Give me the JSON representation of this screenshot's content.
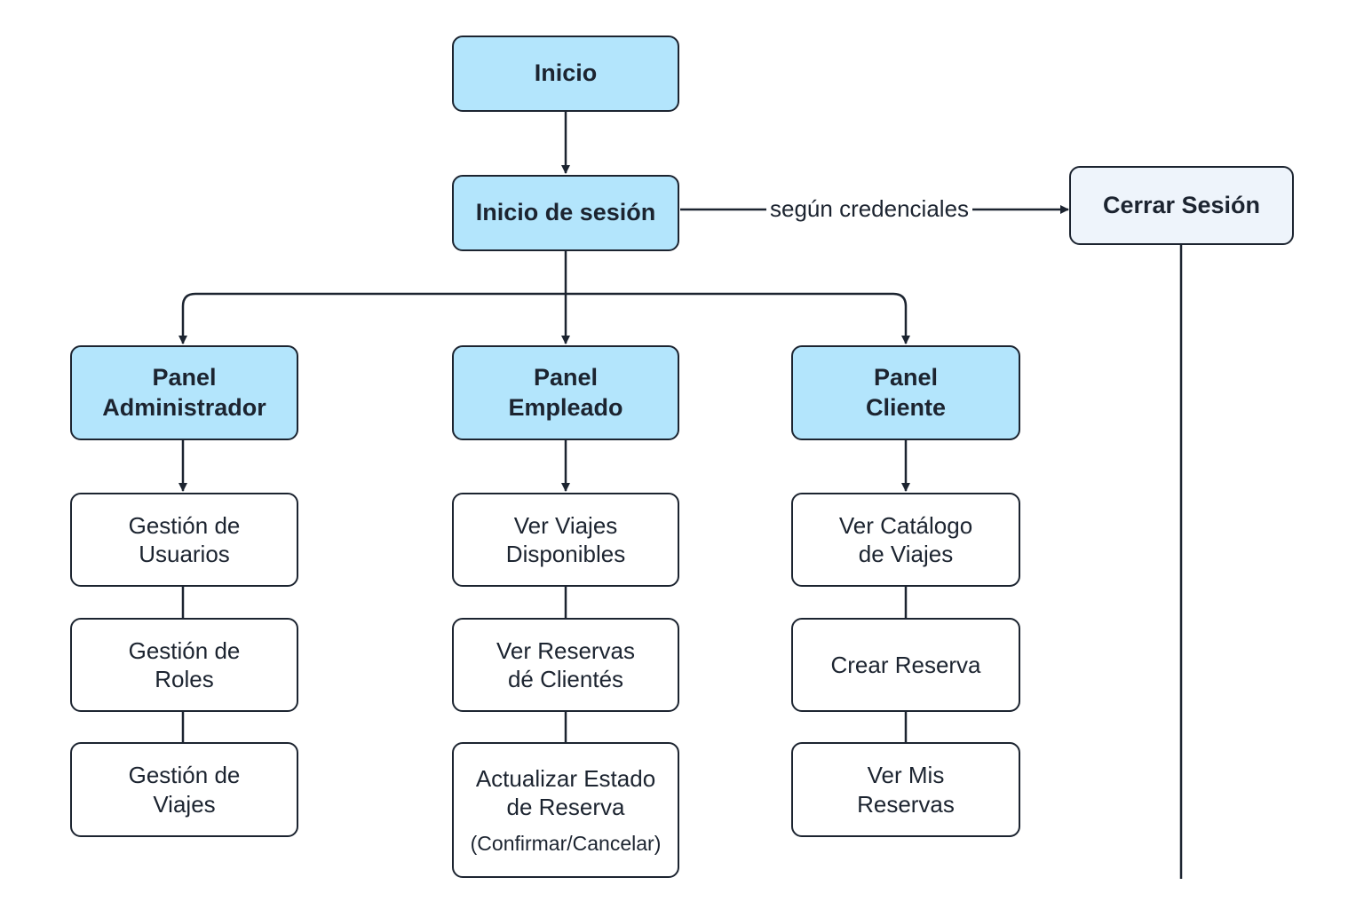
{
  "nodes": {
    "inicio": "Inicio",
    "login": "Inicio de sesión",
    "logout": "Cerrar Sesión",
    "admin_panel": "Panel\nAdministrador",
    "employee_panel": "Panel\nEmpleado",
    "client_panel": "Panel\nCliente",
    "admin_items": [
      "Gestión de\nUsuarios",
      "Gestión de\nRoles",
      "Gestión de\nViajes"
    ],
    "employee_items": [
      "Ver Viajes\nDisponibles",
      "Ver Reservas\ndé Clientés",
      "Actualizar Estado\nde Reserva"
    ],
    "employee_note": "(Confirmar/Cancelar)",
    "client_items": [
      "Ver Catálogo\nde Viajes",
      "Crear Reserva",
      "Ver Mis\nReservas"
    ]
  },
  "edges": {
    "login_to_logout_label": "según credenciales"
  },
  "colors": {
    "primary_fill": "#b3e5fc",
    "secondary_fill": "#eef4fb",
    "stroke": "#1c2430"
  }
}
